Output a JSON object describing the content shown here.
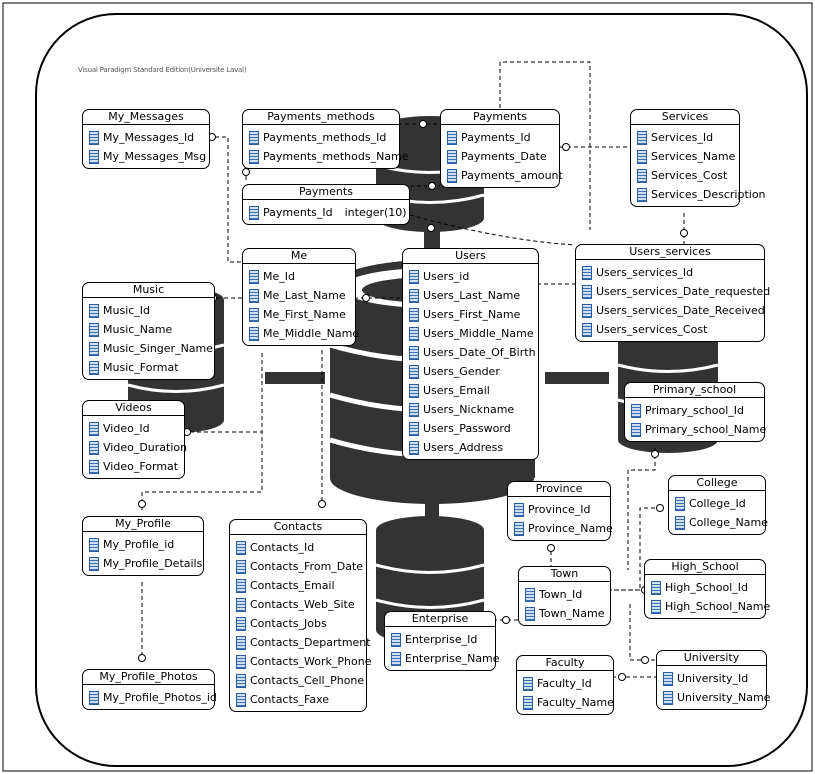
{
  "caption": "Visual Paradigm Standard Edition(Universite Laval)",
  "colors": {
    "db": "#333333",
    "db_stripe": "#ffffff",
    "icon": "#3b6fb6",
    "line": "#000000"
  },
  "entities": {
    "my_messages": {
      "title": "My_Messages",
      "rows": [
        "My_Messages_Id",
        "My_Messages_Msg"
      ]
    },
    "payments_methods": {
      "title": "Payments_methods",
      "rows": [
        "Payments_methods_Id",
        "Payments_methods_Name"
      ]
    },
    "payments": {
      "title": "Payments",
      "rows": [
        "Payments_Id",
        "Payments_Date",
        "Payments_amount"
      ]
    },
    "payments2": {
      "title": "Payments",
      "rows": [
        "Payments_Id"
      ],
      "type": "integer(10)"
    },
    "services": {
      "title": "Services",
      "rows": [
        "Services_Id",
        "Services_Name",
        "Services_Cost",
        "Services_Description"
      ]
    },
    "me": {
      "title": "Me",
      "rows": [
        "Me_Id",
        "Me_Last_Name",
        "Me_First_Name",
        "Me_Middle_Name"
      ]
    },
    "users": {
      "title": "Users",
      "rows": [
        "Users_id",
        "Users_Last_Name",
        "Users_First_Name",
        "Users_Middle_Name",
        "Users_Date_Of_Birth",
        "Users_Gender",
        "Users_Email",
        "Users_Nickname",
        "Users_Password",
        "Users_Address"
      ]
    },
    "users_services": {
      "title": "Users_services",
      "rows": [
        "Users_services_Id",
        "Users_services_Date_requested",
        "Users_services_Date_Received",
        "Users_services_Cost"
      ]
    },
    "music": {
      "title": "Music",
      "rows": [
        "Music_Id",
        "Music_Name",
        "Music_Singer_Name",
        "Music_Format"
      ]
    },
    "videos": {
      "title": "Videos",
      "rows": [
        "Video_Id",
        "Video_Duration",
        "Video_Format"
      ]
    },
    "primary_school": {
      "title": "Primary_school",
      "rows": [
        "Primary_school_Id",
        "Primary_school_Name"
      ]
    },
    "college": {
      "title": "College",
      "rows": [
        "College_Id",
        "College_Name"
      ]
    },
    "province": {
      "title": "Province",
      "rows": [
        "Province_Id",
        "Province_Name"
      ]
    },
    "my_profile": {
      "title": "My_Profile",
      "rows": [
        "My_Profile_id",
        "My_Profile_Details"
      ]
    },
    "contacts": {
      "title": "Contacts",
      "rows": [
        "Contacts_Id",
        "Contacts_From_Date",
        "Contacts_Email",
        "Contacts_Web_Site",
        "Contacts_Jobs",
        "Contacts_Department",
        "Contacts_Work_Phone",
        "Contacts_Cell_Phone",
        "Contacts_Faxe"
      ]
    },
    "town": {
      "title": "Town",
      "rows": [
        "Town_Id",
        "Town_Name"
      ]
    },
    "high_school": {
      "title": "High_School",
      "rows": [
        "High_School_Id",
        "High_School_Name"
      ]
    },
    "enterprise": {
      "title": "Enterprise",
      "rows": [
        "Enterprise_Id",
        "Enterprise_Name"
      ]
    },
    "faculty": {
      "title": "Faculty",
      "rows": [
        "Faculty_Id",
        "Faculty_Name"
      ]
    },
    "university": {
      "title": "University",
      "rows": [
        "University_Id",
        "University_Name"
      ]
    },
    "my_profile_photos": {
      "title": "My_Profile_Photos",
      "rows": [
        "My_Profile_Photos_id"
      ]
    }
  }
}
